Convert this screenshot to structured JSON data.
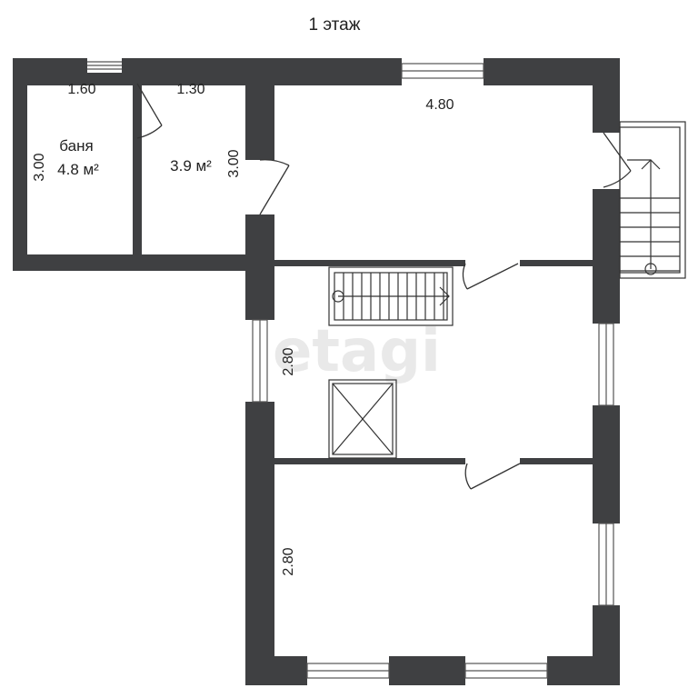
{
  "plan": {
    "title": "1 этаж",
    "watermark": "etagi",
    "colors": {
      "wall": "#3f4042",
      "line": "#333333"
    },
    "rooms": {
      "banya": {
        "name": "баня",
        "area": "4.8 м²",
        "width": "1.60",
        "depth": "3.00"
      },
      "small_room": {
        "area": "3.9 м²",
        "width": "1.30",
        "depth": "3.00"
      },
      "top_room": {
        "width": "4.80"
      },
      "stair_hall": {
        "depth": "2.80"
      },
      "bottom_room": {
        "depth": "2.80"
      }
    }
  }
}
